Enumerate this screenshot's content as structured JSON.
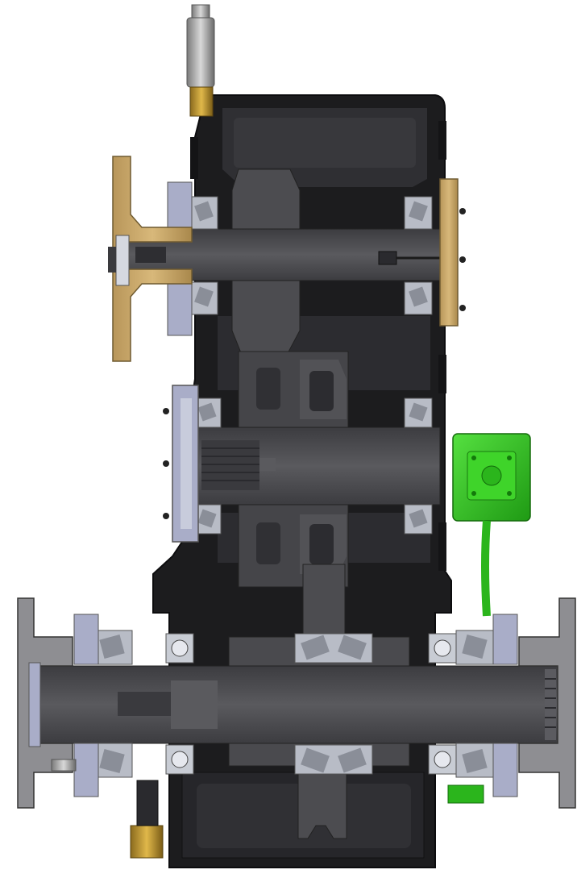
{
  "figure": {
    "kind": "gearbox-section-view",
    "components": [
      {
        "id": "housing",
        "label": ""
      },
      {
        "id": "input-shaft",
        "label": ""
      },
      {
        "id": "intermediate-shaft",
        "label": ""
      },
      {
        "id": "output-shaft",
        "label": ""
      },
      {
        "id": "input-flange",
        "label": ""
      },
      {
        "id": "output-flange-left",
        "label": ""
      },
      {
        "id": "output-flange-right",
        "label": ""
      },
      {
        "id": "sensor-module",
        "label": ""
      },
      {
        "id": "breather-fitting",
        "label": ""
      },
      {
        "id": "drain-fitting",
        "label": ""
      }
    ]
  },
  "colors": {
    "background": "#ffffff",
    "housing_dark": "#1c1c1e",
    "housing_mid": "#2e2e31",
    "cavity": "#3a3a3e",
    "shaft": "#4a4a4e",
    "shaft_light": "#5b5b60",
    "gear": "#555559",
    "flange_brass": "#c9a86a",
    "flange_brass_dark": "#8f7440",
    "bearing_light": "#b8bcc6",
    "bearing_steel": "#8a8e98",
    "seal_blue": "#1f2fb0",
    "cap_lavender": "#a9adc8",
    "sensor_green": "#33cc22",
    "sensor_green_dark": "#1e8a12",
    "fitting_brass": "#b08a2e",
    "fitting_steel": "#a0a0a0"
  }
}
